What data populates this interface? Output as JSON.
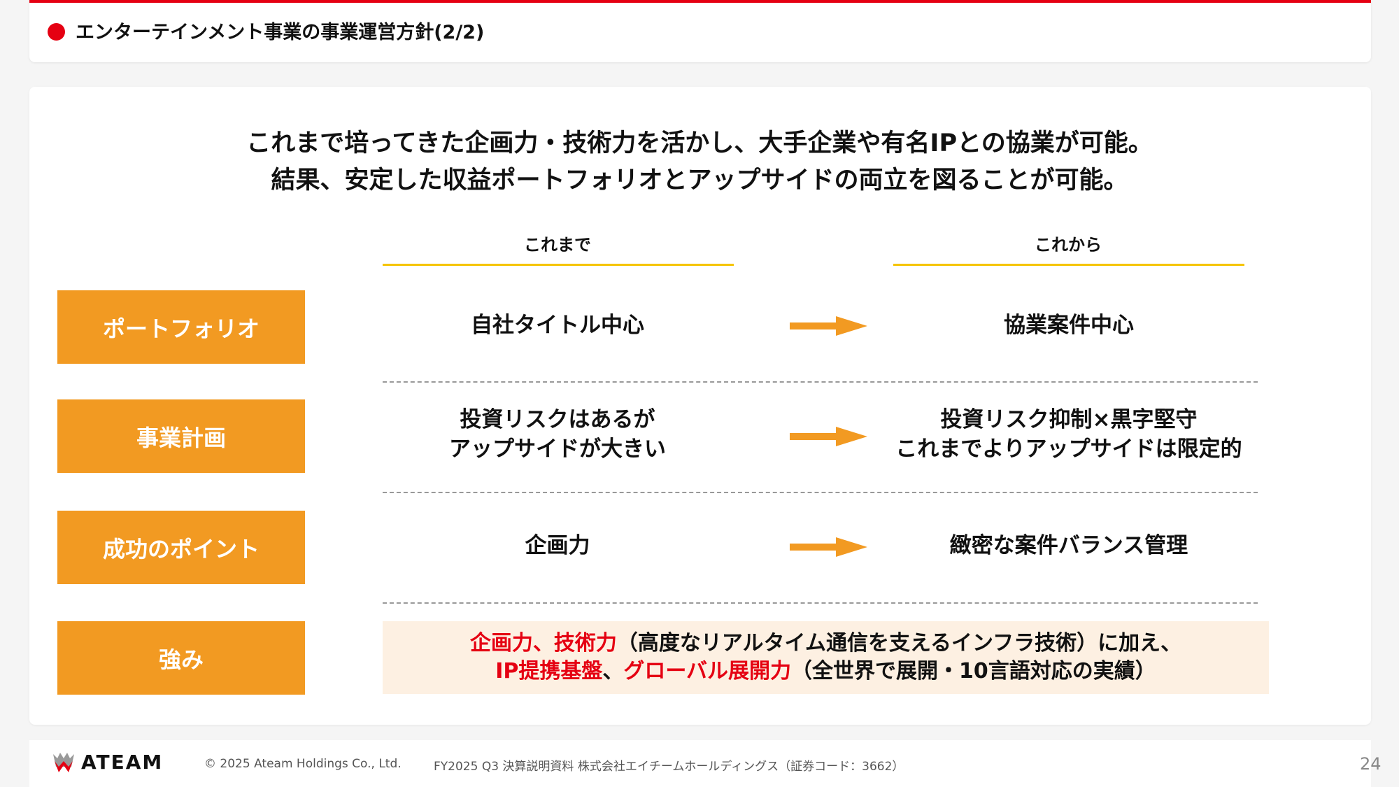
{
  "header": {
    "title": "エンターテインメント事業の事業運営方針(2/2)"
  },
  "headline": [
    "これまで培ってきた企画力・技術力を活かし、大手企業や有名IPとの協業が可能。",
    "結果、安定した収益ポートフォリオとアップサイドの両立を図ることが可能。"
  ],
  "columns": {
    "before": "これまで",
    "after": "これから"
  },
  "rows": [
    {
      "label": "ポートフォリオ",
      "before": "自社タイトル中心",
      "after": "協業案件中心"
    },
    {
      "label": "事業計画",
      "before": "投資リスクはあるが\nアップサイドが大きい",
      "after": "投資リスク抑制×黒字堅守\nこれまでよりアップサイドは限定的"
    },
    {
      "label": "成功のポイント",
      "before": "企画力",
      "after": "緻密な案件バランス管理"
    }
  ],
  "strength": {
    "label": "強み",
    "p1": "企画力、技術力",
    "p2": "（高度なリアルタイム通信を支えるインフラ技術）に加え、",
    "p3": "IP提携基盤",
    "p4": "、",
    "p5": "グローバル展開力",
    "p6": "（全世界で展開・10言語対応の実績）"
  },
  "footer": {
    "logo": "ATEAM",
    "copyright": "© 2025 Ateam Holdings Co., Ltd.",
    "doc": "FY2025 Q3 決算説明資料 株式会社エイチームホールディングス（証券コード：3662）",
    "page": "24"
  },
  "colors": {
    "accent": "#e50012",
    "orange": "#f29a22",
    "yellow": "#f5c400"
  }
}
